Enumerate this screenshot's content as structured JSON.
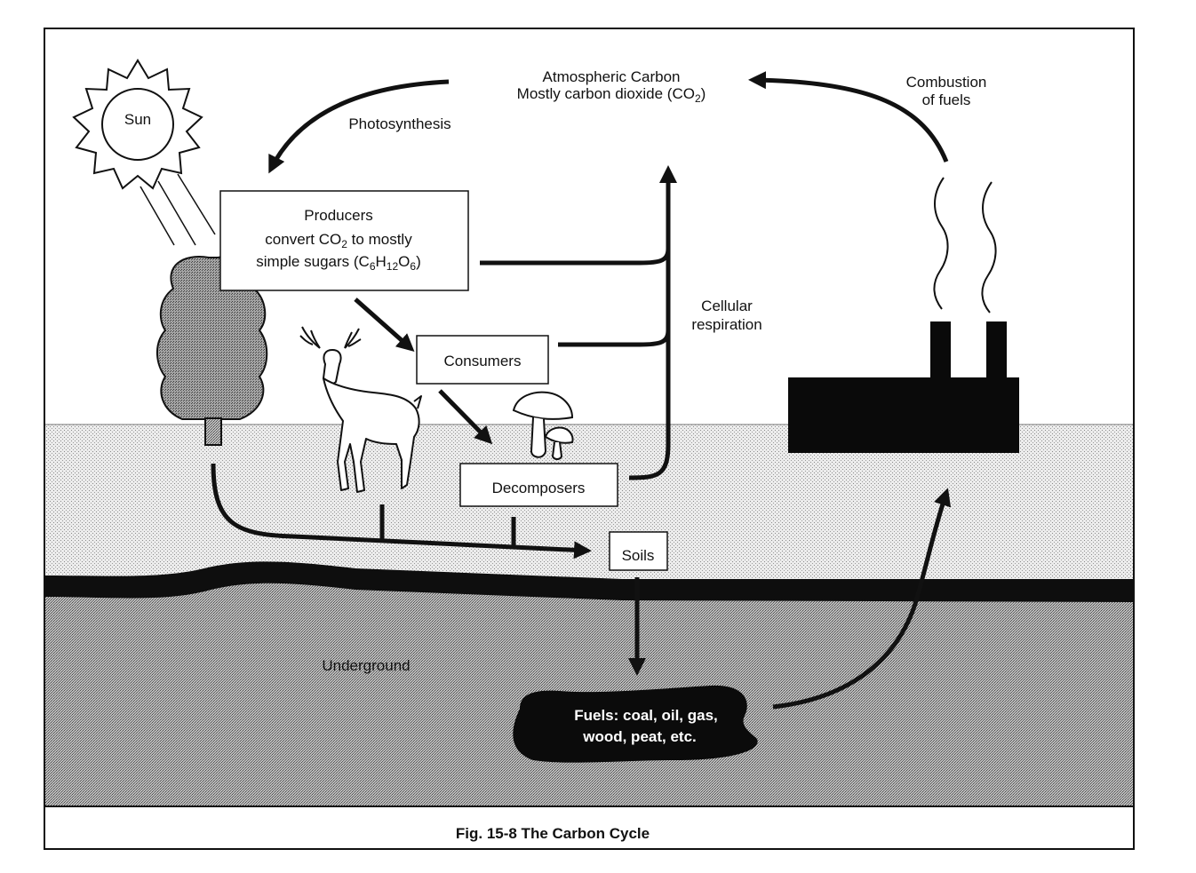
{
  "figure": {
    "caption": "Fig. 15-8 The Carbon Cycle",
    "sun_label": "Sun",
    "atmosphere": {
      "line1": "Atmospheric Carbon",
      "line2_prefix": "Mostly carbon dioxide (CO",
      "line2_sub": "2",
      "line2_suffix": ")"
    },
    "photosynthesis": "Photosynthesis",
    "combustion": {
      "line1": "Combustion",
      "line2": "of fuels"
    },
    "producers": {
      "line1": "Producers",
      "line2_prefix": "convert CO",
      "line2_sub": "2",
      "line2_suffix": " to mostly",
      "line3_prefix": "simple sugars (C",
      "line3_sub1": "6",
      "line3_mid1": "H",
      "line3_sub2": "12",
      "line3_mid2": "O",
      "line3_sub3": "6",
      "line3_suffix": ")"
    },
    "respiration": {
      "line1": "Cellular",
      "line2": "respiration"
    },
    "consumers": "Consumers",
    "decomposers": "Decomposers",
    "soils": "Soils",
    "underground": "Underground",
    "fuels": {
      "line1": "Fuels: coal, oil, gas,",
      "line2": "wood, peat, etc."
    },
    "colors": {
      "ink": "#111111",
      "surface": "#e6e6e6",
      "underground": "#a9a9a9",
      "fuel": "#0b0b0b",
      "paper": "#ffffff"
    }
  }
}
